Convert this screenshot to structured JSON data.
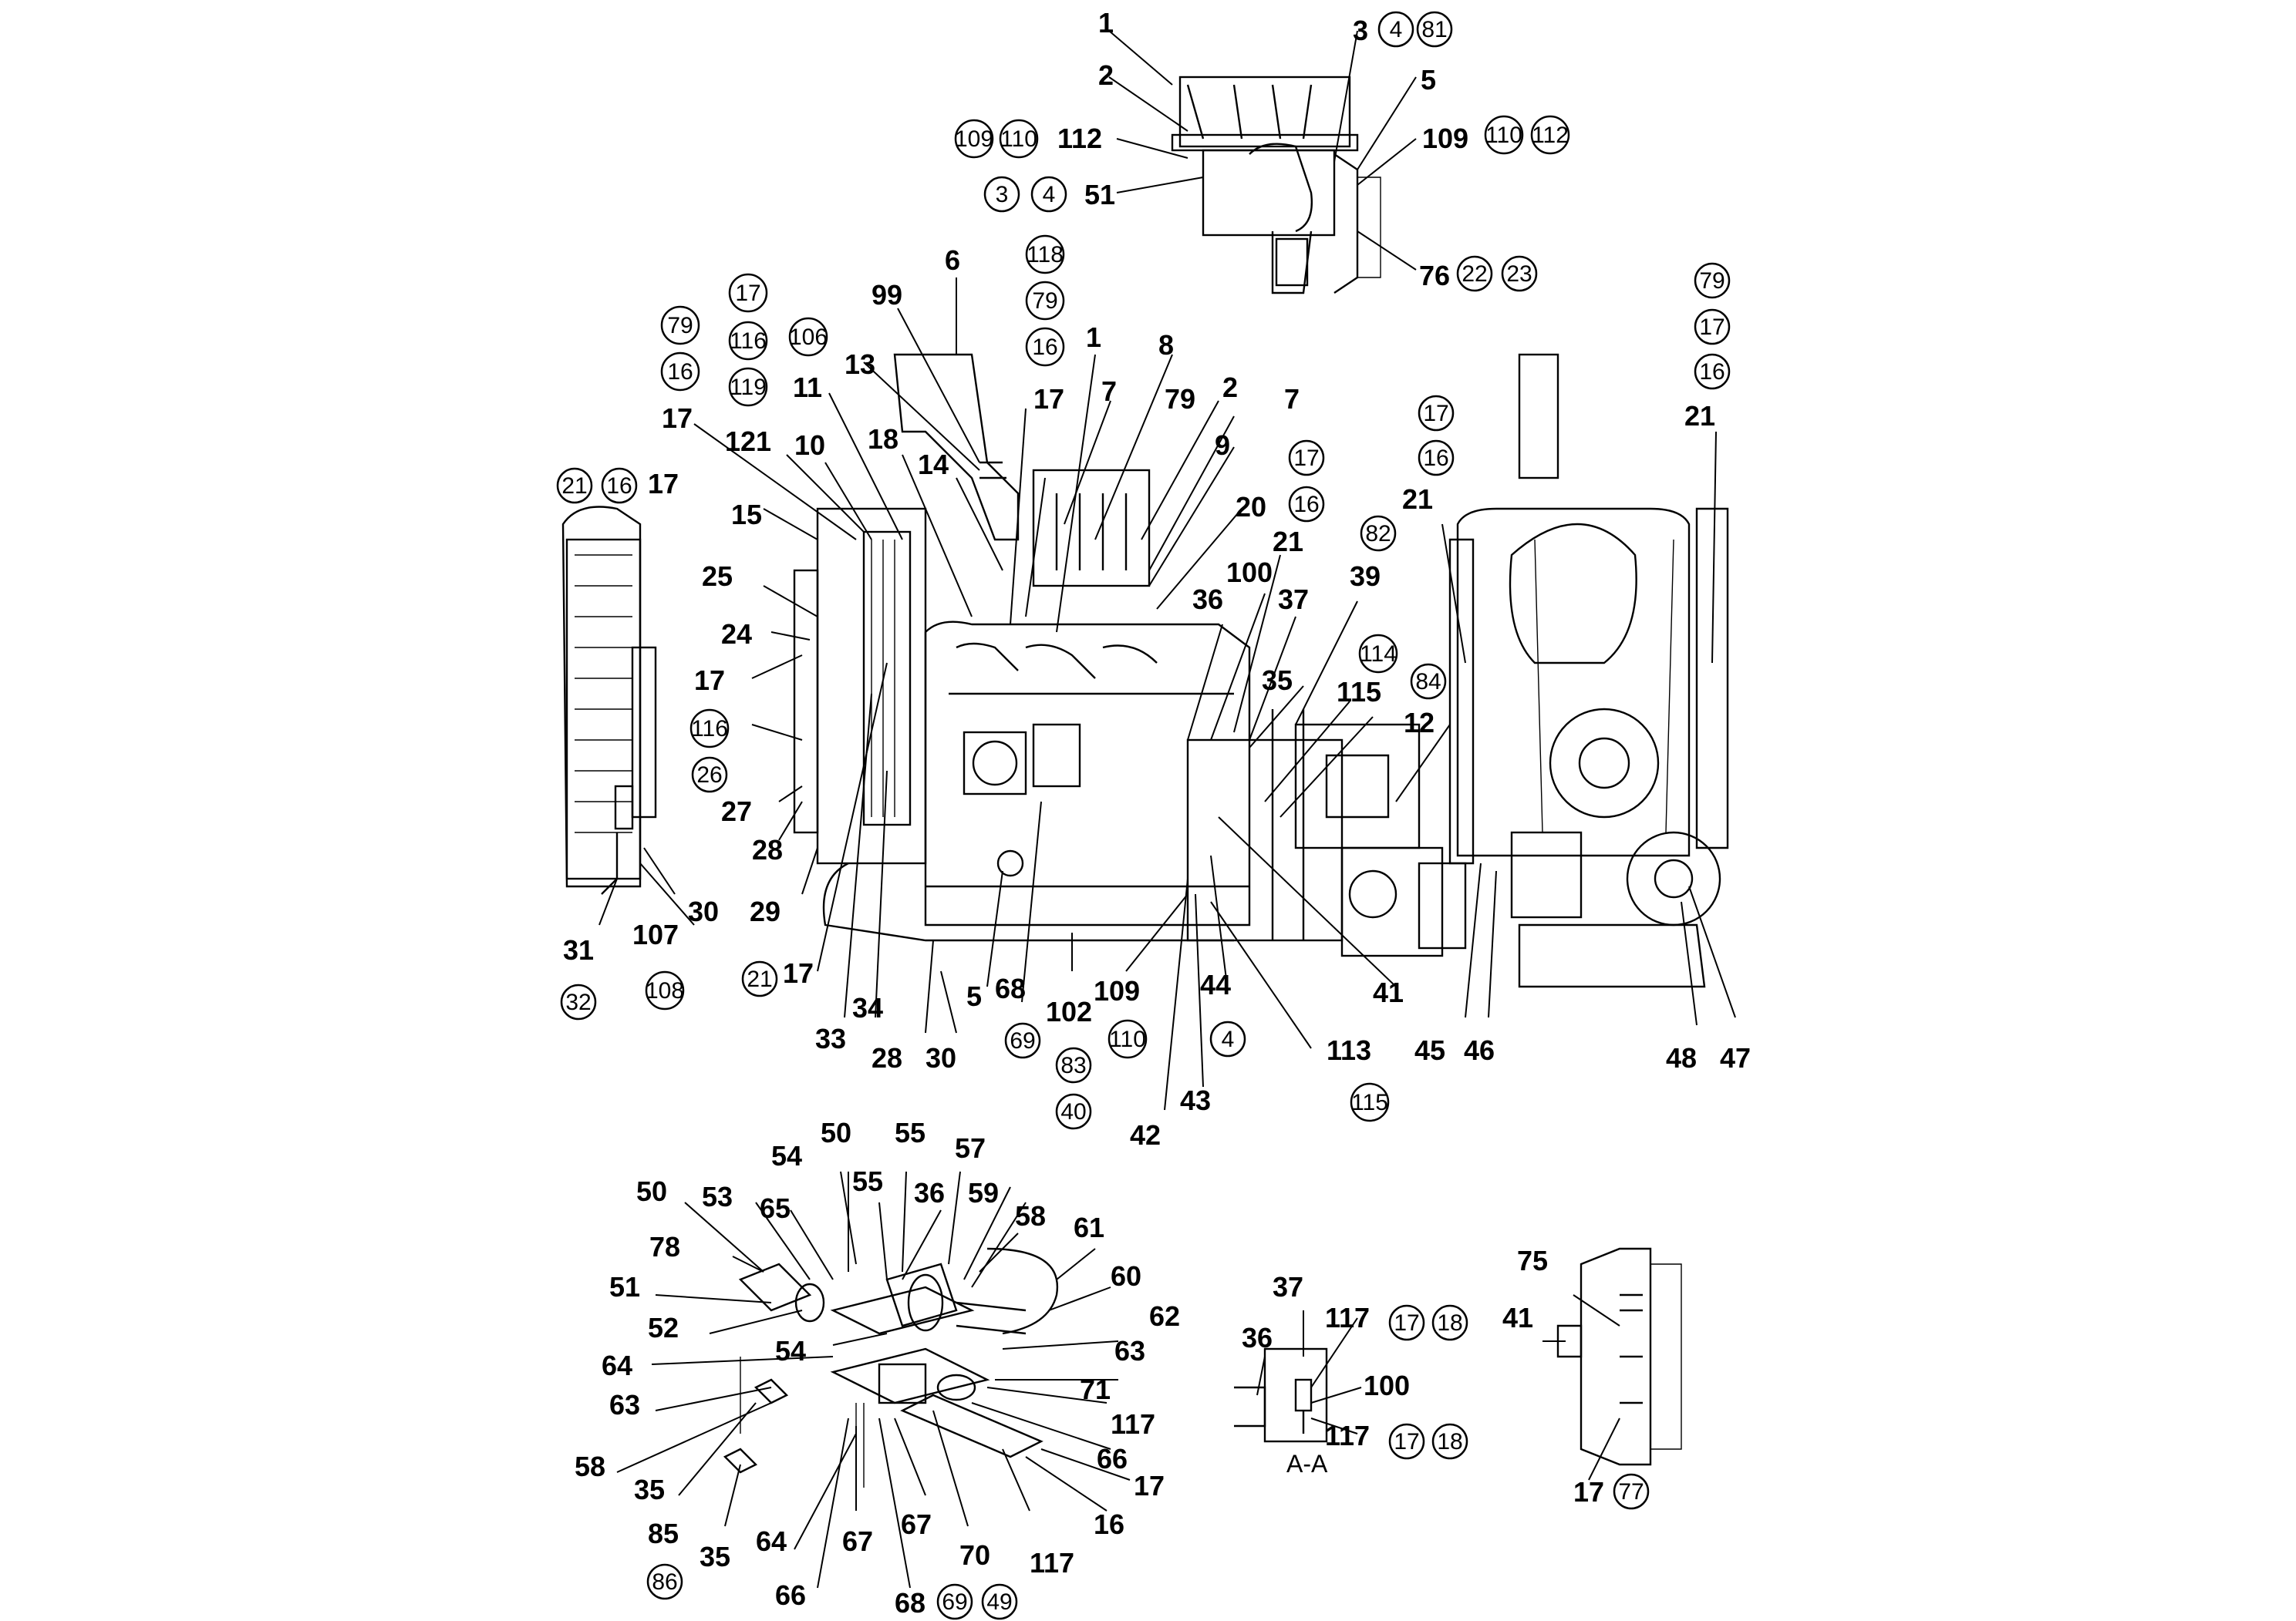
{
  "diagram": {
    "section_label": "A-A",
    "callouts": [
      {
        "id": "c1",
        "text": "1"
      },
      {
        "id": "c2",
        "text": "2"
      },
      {
        "id": "c3",
        "text": "3"
      },
      {
        "id": "c4",
        "text": "5"
      },
      {
        "id": "c5",
        "text": "112"
      },
      {
        "id": "c6",
        "text": "51"
      },
      {
        "id": "c7",
        "text": "109"
      },
      {
        "id": "c8",
        "text": "76"
      },
      {
        "id": "c9",
        "text": "6"
      },
      {
        "id": "c10",
        "text": "99"
      },
      {
        "id": "c11",
        "text": "13"
      },
      {
        "id": "c12",
        "text": "11"
      },
      {
        "id": "c13",
        "text": "17"
      },
      {
        "id": "c14",
        "text": "121"
      },
      {
        "id": "c15",
        "text": "10"
      },
      {
        "id": "c16",
        "text": "18"
      },
      {
        "id": "c17",
        "text": "14"
      },
      {
        "id": "c18",
        "text": "17"
      },
      {
        "id": "c19",
        "text": "1"
      },
      {
        "id": "c20",
        "text": "7"
      },
      {
        "id": "c21",
        "text": "8"
      },
      {
        "id": "c22",
        "text": "79"
      },
      {
        "id": "c23",
        "text": "2"
      },
      {
        "id": "c24",
        "text": "7"
      },
      {
        "id": "c25",
        "text": "9"
      },
      {
        "id": "c26",
        "text": "20"
      },
      {
        "id": "c27",
        "text": "17"
      },
      {
        "id": "c28",
        "text": "15"
      },
      {
        "id": "c29",
        "text": "25"
      },
      {
        "id": "c30",
        "text": "24"
      },
      {
        "id": "c31",
        "text": "17"
      },
      {
        "id": "c32",
        "text": "27"
      },
      {
        "id": "c33",
        "text": "28"
      },
      {
        "id": "c34",
        "text": "29"
      },
      {
        "id": "c35",
        "text": "30"
      },
      {
        "id": "c36",
        "text": "31"
      },
      {
        "id": "c37",
        "text": "107"
      },
      {
        "id": "c38",
        "text": "17"
      },
      {
        "id": "c39",
        "text": "33"
      },
      {
        "id": "c40",
        "text": "34"
      },
      {
        "id": "c41",
        "text": "28"
      },
      {
        "id": "c42",
        "text": "30"
      },
      {
        "id": "c43",
        "text": "5"
      },
      {
        "id": "c44",
        "text": "68"
      },
      {
        "id": "c45",
        "text": "102"
      },
      {
        "id": "c46",
        "text": "109"
      },
      {
        "id": "c47",
        "text": "44"
      },
      {
        "id": "c48",
        "text": "42"
      },
      {
        "id": "c49",
        "text": "43"
      },
      {
        "id": "c50",
        "text": "113"
      },
      {
        "id": "c51",
        "text": "41"
      },
      {
        "id": "c52",
        "text": "36"
      },
      {
        "id": "c53",
        "text": "100"
      },
      {
        "id": "c54",
        "text": "21"
      },
      {
        "id": "c55",
        "text": "37"
      },
      {
        "id": "c56",
        "text": "39"
      },
      {
        "id": "c57",
        "text": "35"
      },
      {
        "id": "c58",
        "text": "115"
      },
      {
        "id": "c59",
        "text": "12"
      },
      {
        "id": "c60",
        "text": "21"
      },
      {
        "id": "c61",
        "text": "21"
      },
      {
        "id": "c62",
        "text": "45"
      },
      {
        "id": "c63",
        "text": "46"
      },
      {
        "id": "c64",
        "text": "48"
      },
      {
        "id": "c65",
        "text": "47"
      },
      {
        "id": "c66",
        "text": "54"
      },
      {
        "id": "c67",
        "text": "50"
      },
      {
        "id": "c68",
        "text": "55"
      },
      {
        "id": "c69",
        "text": "55"
      },
      {
        "id": "c70",
        "text": "57"
      },
      {
        "id": "c71",
        "text": "36"
      },
      {
        "id": "c72",
        "text": "59"
      },
      {
        "id": "c73",
        "text": "58"
      },
      {
        "id": "c74",
        "text": "61"
      },
      {
        "id": "c75",
        "text": "50"
      },
      {
        "id": "c76",
        "text": "53"
      },
      {
        "id": "c77",
        "text": "65"
      },
      {
        "id": "c78",
        "text": "78"
      },
      {
        "id": "c79",
        "text": "51"
      },
      {
        "id": "c80",
        "text": "52"
      },
      {
        "id": "c81",
        "text": "60"
      },
      {
        "id": "c82",
        "text": "62"
      },
      {
        "id": "c83",
        "text": "64"
      },
      {
        "id": "c84",
        "text": "54"
      },
      {
        "id": "c85",
        "text": "63"
      },
      {
        "id": "c86",
        "text": "63"
      },
      {
        "id": "c87",
        "text": "71"
      },
      {
        "id": "c88",
        "text": "58"
      },
      {
        "id": "c89",
        "text": "117"
      },
      {
        "id": "c90",
        "text": "66"
      },
      {
        "id": "c91",
        "text": "35"
      },
      {
        "id": "c92",
        "text": "17"
      },
      {
        "id": "c93",
        "text": "16"
      },
      {
        "id": "c94",
        "text": "85"
      },
      {
        "id": "c95",
        "text": "35"
      },
      {
        "id": "c96",
        "text": "64"
      },
      {
        "id": "c97",
        "text": "67"
      },
      {
        "id": "c98",
        "text": "67"
      },
      {
        "id": "c99",
        "text": "70"
      },
      {
        "id": "c100",
        "text": "117"
      },
      {
        "id": "c101",
        "text": "66"
      },
      {
        "id": "c102",
        "text": "68"
      },
      {
        "id": "c103",
        "text": "37"
      },
      {
        "id": "c104",
        "text": "36"
      },
      {
        "id": "c105",
        "text": "117"
      },
      {
        "id": "c106",
        "text": "100"
      },
      {
        "id": "c107",
        "text": "117"
      },
      {
        "id": "c108",
        "text": "75"
      },
      {
        "id": "c109",
        "text": "41"
      },
      {
        "id": "c110",
        "text": "17"
      }
    ],
    "circled": [
      {
        "id": "r1",
        "text": "4"
      },
      {
        "id": "r2",
        "text": "81"
      },
      {
        "id": "r3",
        "text": "109"
      },
      {
        "id": "r4",
        "text": "110"
      },
      {
        "id": "r5",
        "text": "110"
      },
      {
        "id": "r6",
        "text": "112"
      },
      {
        "id": "r7",
        "text": "3"
      },
      {
        "id": "r8",
        "text": "4"
      },
      {
        "id": "r9",
        "text": "22"
      },
      {
        "id": "r10",
        "text": "23"
      },
      {
        "id": "r11",
        "text": "118"
      },
      {
        "id": "r12",
        "text": "79"
      },
      {
        "id": "r13",
        "text": "16"
      },
      {
        "id": "r14",
        "text": "17"
      },
      {
        "id": "r15",
        "text": "116"
      },
      {
        "id": "r16",
        "text": "119"
      },
      {
        "id": "r17",
        "text": "106"
      },
      {
        "id": "r18",
        "text": "79"
      },
      {
        "id": "r19",
        "text": "16"
      },
      {
        "id": "r20",
        "text": "21"
      },
      {
        "id": "r21",
        "text": "16"
      },
      {
        "id": "r22",
        "text": "17"
      },
      {
        "id": "r23",
        "text": "16"
      },
      {
        "id": "r24",
        "text": "82"
      },
      {
        "id": "r25",
        "text": "114"
      },
      {
        "id": "r26",
        "text": "84"
      },
      {
        "id": "r27",
        "text": "17"
      },
      {
        "id": "r28",
        "text": "16"
      },
      {
        "id": "r29",
        "text": "79"
      },
      {
        "id": "r30",
        "text": "17"
      },
      {
        "id": "r31",
        "text": "16"
      },
      {
        "id": "r32",
        "text": "116"
      },
      {
        "id": "r33",
        "text": "26"
      },
      {
        "id": "r34",
        "text": "32"
      },
      {
        "id": "r35",
        "text": "108"
      },
      {
        "id": "r36",
        "text": "21"
      },
      {
        "id": "r37",
        "text": "69"
      },
      {
        "id": "r38",
        "text": "83"
      },
      {
        "id": "r39",
        "text": "40"
      },
      {
        "id": "r40",
        "text": "110"
      },
      {
        "id": "r41",
        "text": "4"
      },
      {
        "id": "r42",
        "text": "115"
      },
      {
        "id": "r43",
        "text": "17"
      },
      {
        "id": "r44",
        "text": "18"
      },
      {
        "id": "r45",
        "text": "17"
      },
      {
        "id": "r46",
        "text": "18"
      },
      {
        "id": "r47",
        "text": "86"
      },
      {
        "id": "r48",
        "text": "69"
      },
      {
        "id": "r49",
        "text": "49"
      },
      {
        "id": "r50",
        "text": "77"
      }
    ]
  }
}
